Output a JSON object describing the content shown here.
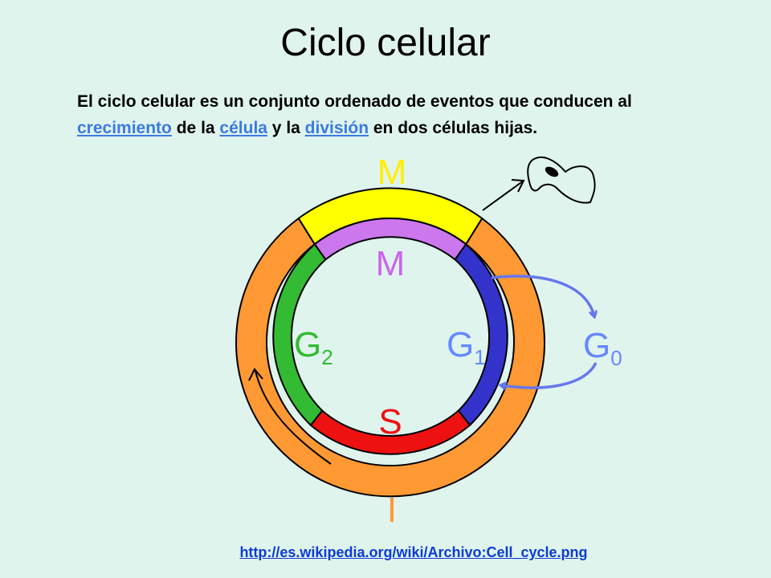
{
  "title": "Ciclo celular",
  "description": {
    "part1": "El ciclo celular es un conjunto ordenado de eventos que conducen al ",
    "link1": "crecimiento",
    "part2": " de la ",
    "link2": "célula",
    "part3": " y la ",
    "link3": "división",
    "part4": " en dos células hijas."
  },
  "diagram": {
    "outer_labels": {
      "mitosis": "M",
      "interphase": "I"
    },
    "inner_labels": {
      "m": "M",
      "g1": "G",
      "g1_sub": "1",
      "g2": "G",
      "g2_sub": "2",
      "s": "S"
    },
    "g0": {
      "label": "G",
      "sub": "0"
    },
    "colors": {
      "mitosis_outer": "#ffff00",
      "interphase_outer": "#ff9933",
      "m_inner": "#cc77ee",
      "g1_inner": "#3333cc",
      "s_inner": "#ee1111",
      "g2_inner": "#33bb33",
      "label_m": "#cc66ee",
      "label_g1": "#6688ff",
      "label_g2": "#33bb33",
      "label_s": "#ee1111",
      "label_i": "#ff9933",
      "label_g0": "#6688ff",
      "arrow_g0": "#6677ee"
    }
  },
  "source_link": "http://es.wikipedia.org/wiki/Archivo:Cell_cycle.png"
}
